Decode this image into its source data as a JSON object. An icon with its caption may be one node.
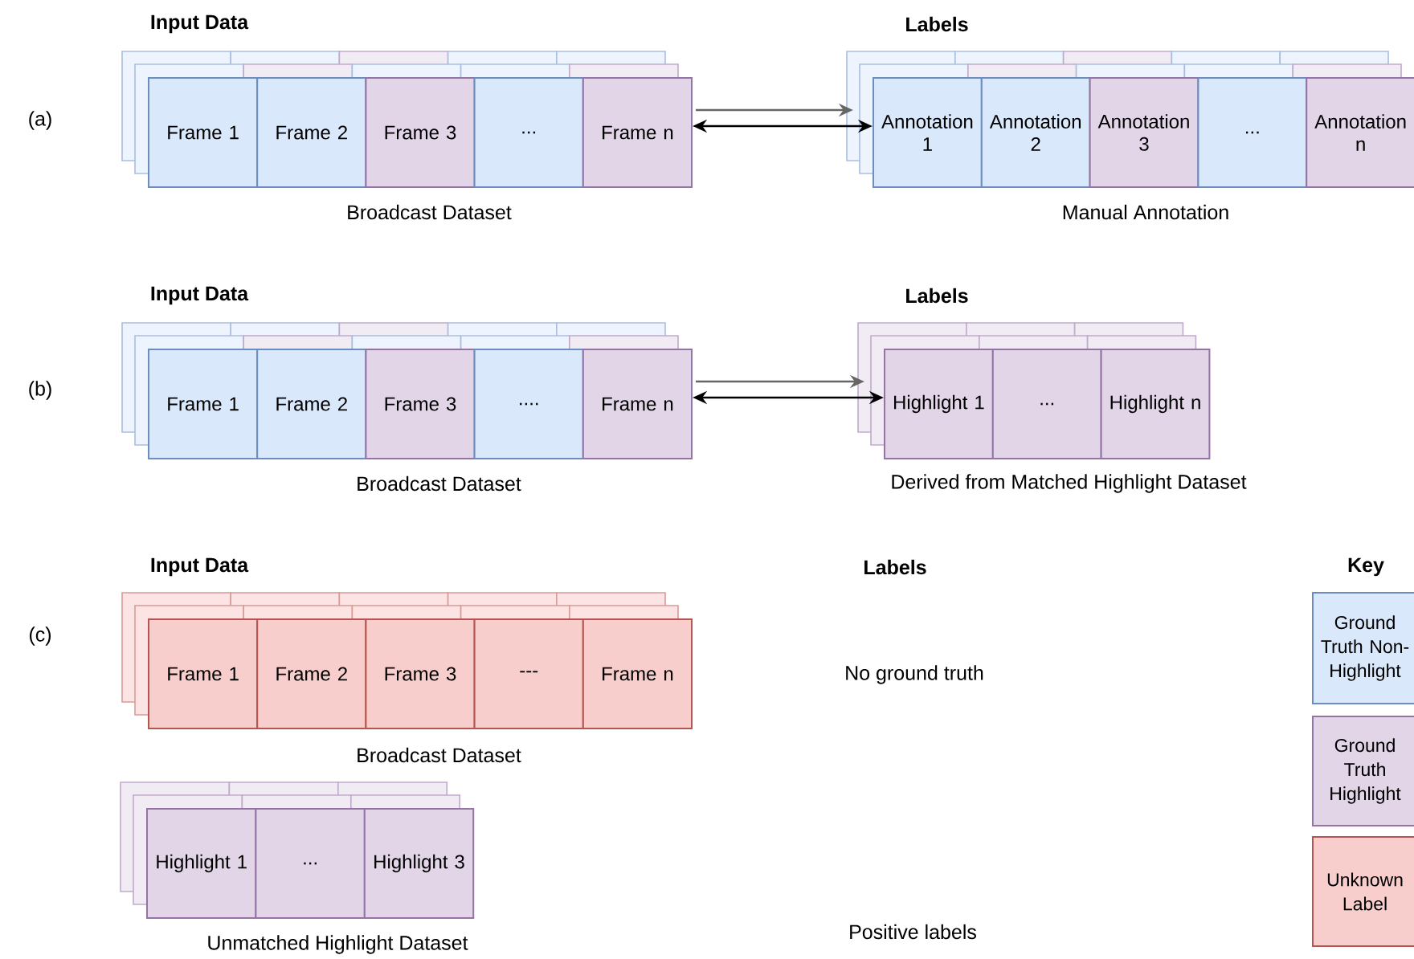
{
  "diagram": {
    "nodes": [
      {
        "text": [
          "Frame 1"
        ]
      },
      {
        "text": [
          "Frame 2"
        ]
      },
      {
        "text": [
          "Frame 3"
        ]
      },
      {
        "text": [
          "..."
        ]
      },
      {
        "text": [
          "Frame n"
        ]
      },
      {
        "text": [
          "Annotation 1"
        ]
      },
      {
        "text": [
          "Annotation 2"
        ]
      },
      {
        "text": [
          "Annotation 3"
        ]
      },
      {
        "text": [
          "..."
        ]
      },
      {
        "text": [
          "Annotation n"
        ]
      },
      {
        "text": [
          "Frame 1"
        ]
      },
      {
        "text": [
          "Frame 2"
        ]
      },
      {
        "text": [
          "Frame 3"
        ]
      },
      {
        "text": [
          "...."
        ]
      },
      {
        "text": [
          "Frame n"
        ]
      },
      {
        "text": [
          "Highlight 1"
        ]
      },
      {
        "text": [
          "..."
        ]
      },
      {
        "text": [
          "Highlight n"
        ]
      },
      {
        "text": [
          "Frame 1"
        ]
      },
      {
        "text": [
          "Frame 2"
        ]
      },
      {
        "text": [
          "Frame 3"
        ]
      },
      {
        "text": [
          "---"
        ]
      },
      {
        "text": [
          "Frame n"
        ]
      },
      {
        "text": [
          "Highlight 1"
        ]
      },
      {
        "text": [
          "..."
        ]
      },
      {
        "text": [
          "Highlight 3"
        ]
      }
    ],
    "edges": [
      {
        "from": 4,
        "to": 5,
        "arrow": "to",
        "color": "#666666"
      },
      {
        "from": 4,
        "to": 5,
        "arrow": "both",
        "color": "#000000"
      },
      {
        "from": 14,
        "to": 15,
        "arrow": "to",
        "color": "#666666"
      },
      {
        "from": 14,
        "to": 15,
        "arrow": "both",
        "color": "#000000"
      }
    ],
    "labels": [
      "Input Data",
      "Labels",
      "(a)",
      "Broadcast Dataset",
      "Manual Annotation",
      "Input Data",
      "Labels",
      "(b)",
      "Broadcast Dataset",
      "Derived from Matched Highlight Dataset",
      "Input Data",
      "Labels",
      "Key",
      "(c)",
      "No ground truth",
      "Broadcast Dataset",
      "Unmatched Highlight Dataset",
      "Positive labels"
    ],
    "legend": [
      {
        "text": "Ground Truth Non-Highlight",
        "color": "#dae8fc"
      },
      {
        "text": "Ground Truth Highlight",
        "color": "#e1d5e7"
      },
      {
        "text": "Unknown Label",
        "color": "#f8cecc"
      }
    ]
  }
}
